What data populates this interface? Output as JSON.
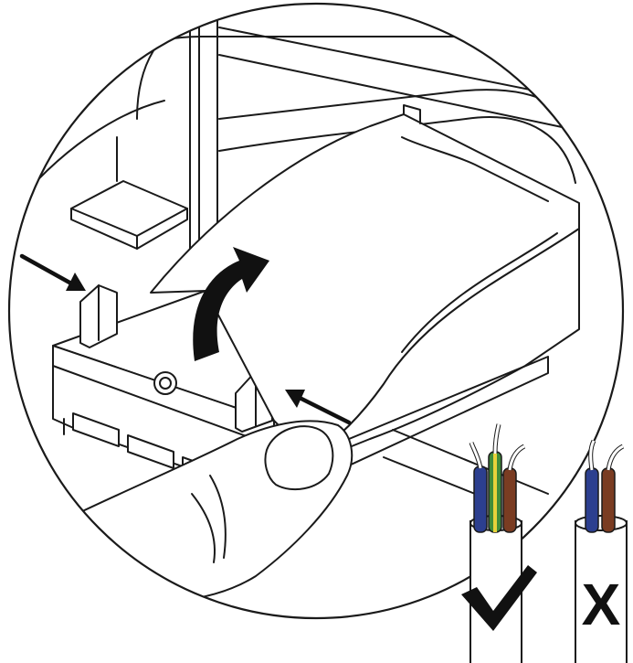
{
  "diagram": {
    "colors": {
      "line": "#1a1a1a",
      "fill": "#ffffff",
      "wire_blue": "#2c3f8f",
      "wire_green": "#3f8c3a",
      "wire_yellow": "#e7d23a",
      "wire_brown": "#7a3c22",
      "wire_white": "#ffffff"
    },
    "left_cable": {
      "wires": [
        "blue",
        "green-yellow",
        "brown"
      ],
      "verdict": "check-mark-icon"
    },
    "right_cable": {
      "wires": [
        "blue",
        "brown"
      ],
      "verdict_label": "X"
    },
    "icons": [
      "curved-rotate-arrow-icon",
      "push-arrow-left-icon",
      "push-arrow-right-icon",
      "screw-hole-icon"
    ]
  }
}
